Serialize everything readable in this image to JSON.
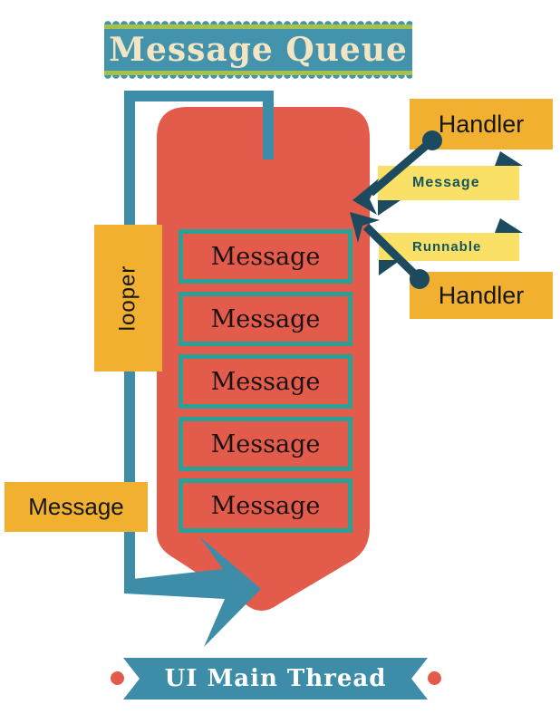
{
  "title": "Message Queue",
  "queue": {
    "messages": [
      "Message",
      "Message",
      "Message",
      "Message",
      "Message"
    ]
  },
  "left": {
    "looper_label": "looper",
    "outgoing_message_label": "Message"
  },
  "right": {
    "handler_top_label": "Handler",
    "message_ribbon_label": "Message",
    "runnable_ribbon_label": "Runnable",
    "handler_bottom_label": "Handler"
  },
  "footer": {
    "label": "UI Main Thread"
  },
  "colors": {
    "teal": "#3E8DA8",
    "banner_teal": "#4493AD",
    "dark_teal": "#1C4A5E",
    "red": "#E25B4B",
    "yellow": "#F1B02F",
    "light_yellow": "#FAE066",
    "green_stripe": "#A4C14C",
    "cream": "#F2E5C3",
    "queue_slot_border": "#2AA096"
  }
}
